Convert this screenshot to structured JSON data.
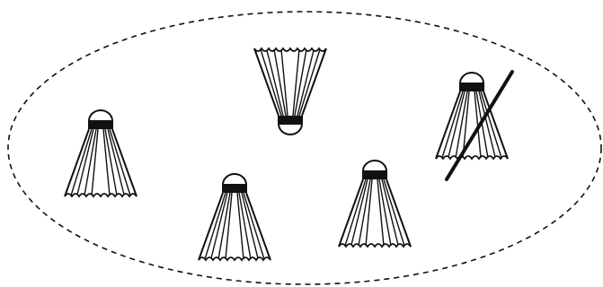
{
  "diagram": {
    "boundary": {
      "shape": "ellipse",
      "style": "dashed"
    },
    "shuttlecocks": [
      {
        "id": "left",
        "orientation": "cork-up",
        "crossed_out": false
      },
      {
        "id": "top-center",
        "orientation": "cork-down",
        "crossed_out": false
      },
      {
        "id": "bottom-center",
        "orientation": "cork-up",
        "crossed_out": false
      },
      {
        "id": "right-lower",
        "orientation": "cork-up",
        "crossed_out": false
      },
      {
        "id": "right-upper",
        "orientation": "cork-up",
        "crossed_out": true
      }
    ],
    "colors": {
      "stroke": "#111111",
      "fill": "#ffffff"
    }
  }
}
